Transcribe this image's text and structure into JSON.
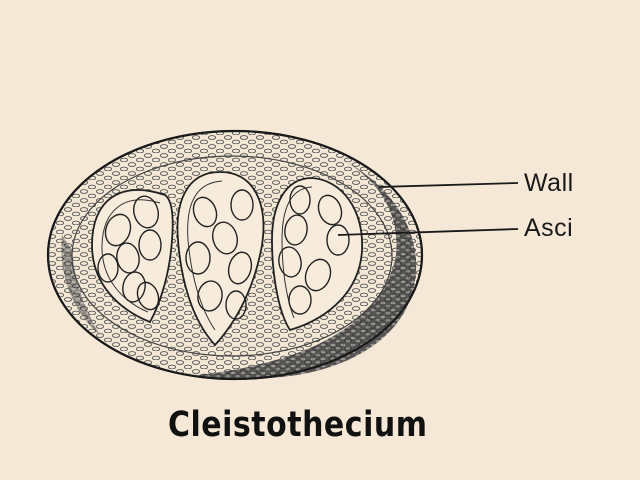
{
  "labels": {
    "wall": "Wall",
    "asci": "Asci"
  },
  "caption": "Cleistothecium",
  "colors": {
    "background": "#f5e8d7",
    "ink": "#1a1a1a"
  }
}
